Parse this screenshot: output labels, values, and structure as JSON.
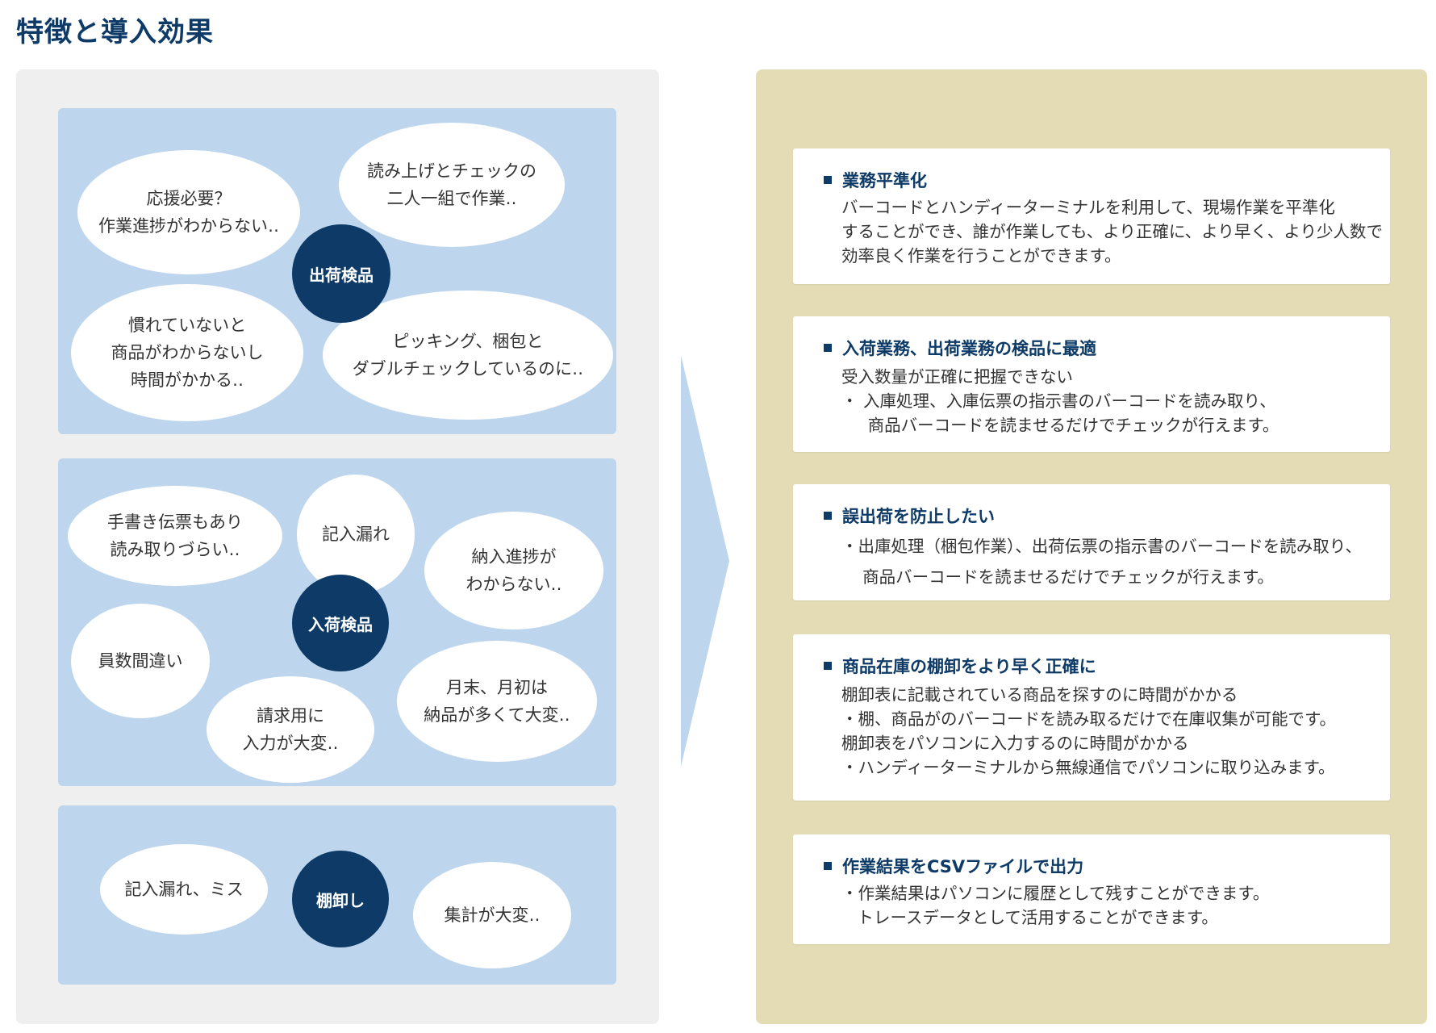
{
  "page": {
    "title": "特徴と導入効果"
  },
  "groups": {
    "shipping": {
      "hub": "出荷検品",
      "bubbles": [
        "応援必要？\n作業進捗がわからない‥",
        "読み上げとチェックの\n二人一組で作業‥",
        "慣れていないと\n商品がわからないし\n時間がかかる‥",
        "ピッキング、梱包と\nダブルチェックしているのに‥"
      ]
    },
    "receiving": {
      "hub": "入荷検品",
      "bubbles": [
        "手書き伝票もあり\n読み取りづらい‥",
        "記入漏れ",
        "納入進捗が\nわからない‥",
        "員数間違い",
        "請求用に\n入力が大変‥",
        "月末、月初は\n納品が多くて大変‥"
      ]
    },
    "inventory": {
      "hub": "棚卸し",
      "bubbles": [
        "記入漏れ、ミス",
        "集計が大変‥"
      ]
    }
  },
  "effects": [
    {
      "title": "業務平準化",
      "lines": [
        "バーコードとハンディーターミナルを利用して、現場作業を平準化",
        "することができ、誰が作業しても、より正確に、より早く、より少人数で",
        "効率良く作業を行うことができます。"
      ]
    },
    {
      "title": "入荷業務、出荷業務の検品に最適",
      "lines": [
        "受入数量が正確に把握できない",
        "・ 入庫処理、入庫伝票の指示書のバーコードを読み取り、",
        "     商品バーコードを読ませるだけでチェックが行えます。"
      ]
    },
    {
      "title": "誤出荷を防止したい",
      "lines": [
        "・出庫処理（梱包作業）、出荷伝票の指示書のバーコードを読み取り、",
        "    商品バーコードを読ませるだけでチェックが行えます。"
      ]
    },
    {
      "title": "商品在庫の棚卸をより早く正確に",
      "lines": [
        "棚卸表に記載されている商品を探すのに時間がかかる",
        "・棚、商品がのバーコードを読み取るだけで在庫収集が可能です。",
        "棚卸表をパソコンに入力するのに時間がかかる",
        "・ハンディーターミナルから無線通信でパソコンに取り込みます。"
      ]
    },
    {
      "title": "作業結果をCSVファイルで出力",
      "lines": [
        "・作業結果はパソコンに履歴として残すことができます。",
        "   トレースデータとして活用することができます。"
      ]
    }
  ]
}
